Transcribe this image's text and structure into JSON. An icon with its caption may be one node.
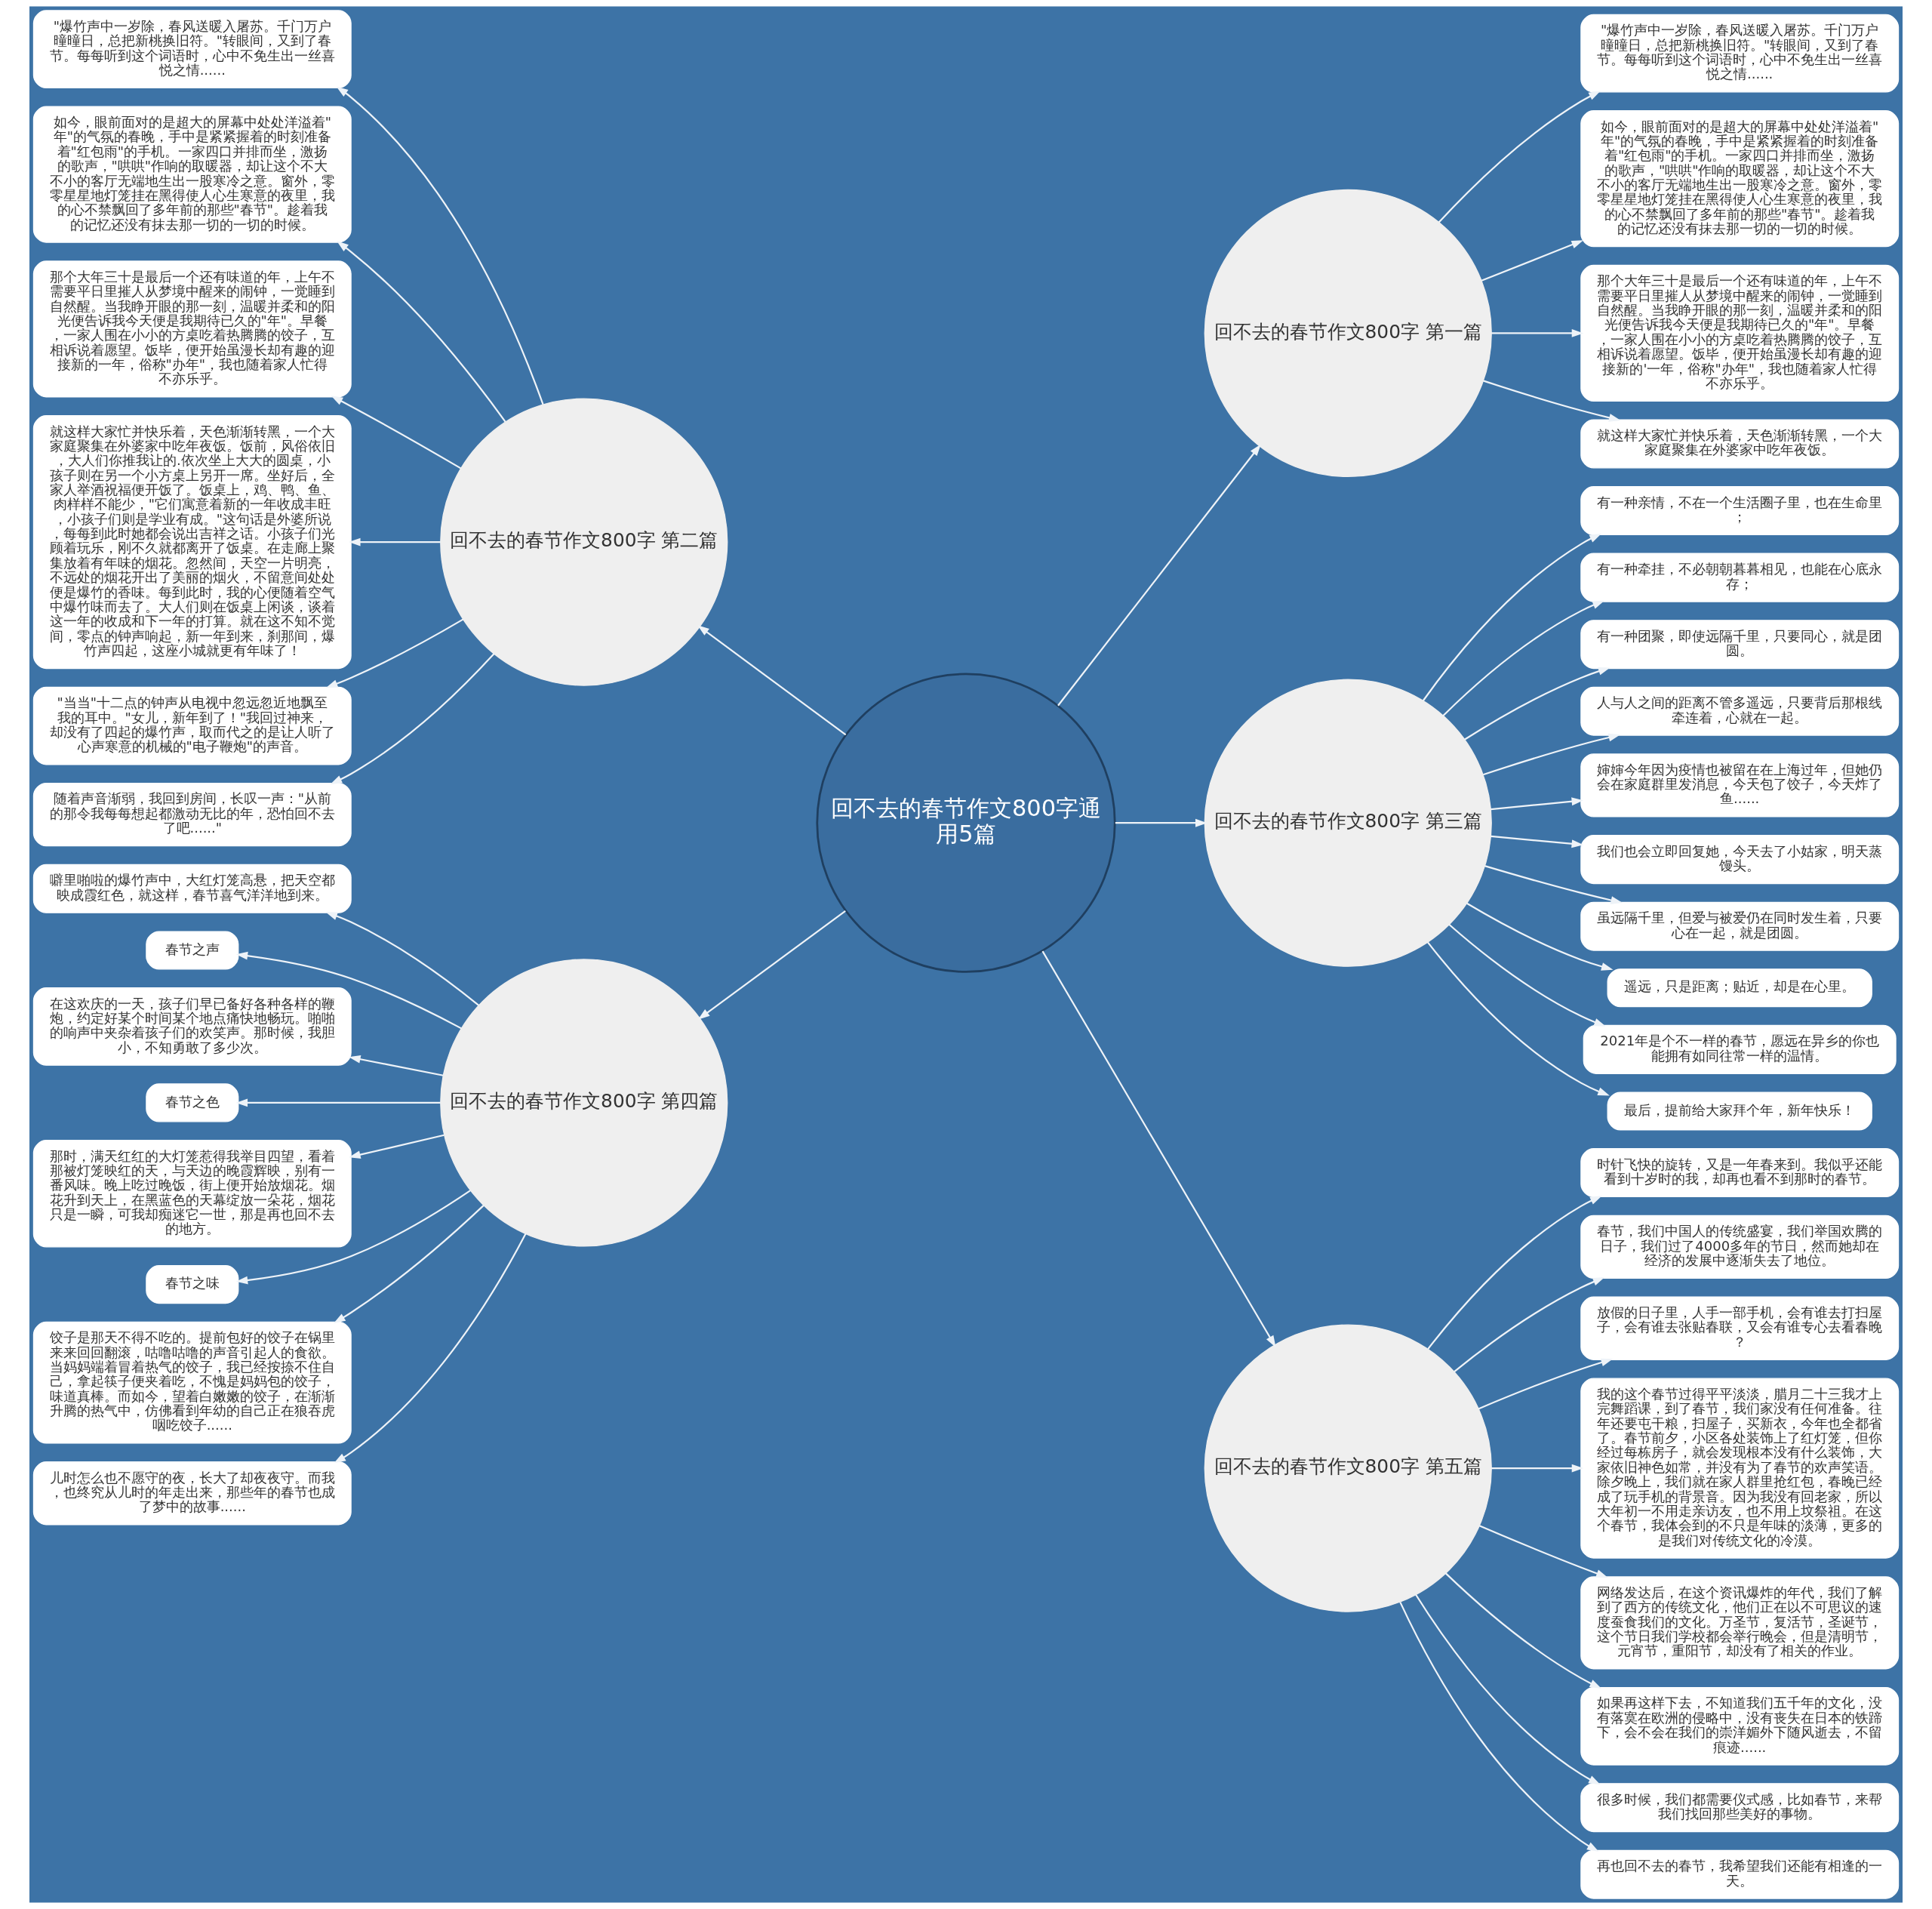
{
  "diagram": {
    "nodes": [
      {
        "text": [
          "回不去的春节作文800字通用5篇"
        ]
      },
      {
        "text": [
          "回不去的春节作文800字 第一篇"
        ]
      },
      {
        "text": [
          "\"爆竹声中一岁除，春风送暖入屠苏。千门万户曈曈日，总把新桃换旧符。\"转眼间，又到了春节。每每听到这个词语时，心中不免生出一丝喜悦之情......"
        ]
      },
      {
        "text": [
          "如今，眼前面对的是超大的屏幕中处处洋溢着\"年\"的气氛的春晚，手中是紧紧握着的时刻准备着\"红包雨\"的手机。一家四口并排而坐，激扬的歌声，\"哄哄\"作响的取暖器，却让这个不大不小的客厅无端地生出一股寒冷之意。窗外，零零星星地灯笼挂在黑得使人心生寒意的夜里，我的心不禁飘回了多年前的那些\"春节\"。趁着我的记忆还没有抹去那一切的一切的时候。"
        ]
      },
      {
        "text": [
          "那个大年三十是最后一个还有味道的年，上午不需要平日里摧人从梦境中醒来的闹钟，一觉睡到自然醒。当我睁开眼的那一刻，温暖并柔和的阳光便告诉我今天便是我期待已久的\"年\"。早餐，一家人围在小小的方桌吃着热腾腾的饺子，互相诉说着愿望。饭毕，便开始虽漫长却有趣的迎接新的'一年，俗称\"办年\"，我也随着家人忙得不亦乐乎。"
        ]
      },
      {
        "text": [
          "就这样大家忙并快乐着，天色渐渐转黑，一个大家庭聚集在外婆家中吃年夜饭。"
        ]
      },
      {
        "text": [
          "回不去的春节作文800字 第二篇"
        ]
      },
      {
        "text": [
          "\"爆竹声中一岁除，春风送暖入屠苏。千门万户曈曈日，总把新桃换旧符。\"转眼间，又到了春节。每每听到这个词语时，心中不免生出一丝喜悦之情......"
        ]
      },
      {
        "text": [
          "如今，眼前面对的是超大的屏幕中处处洋溢着\"年\"的气氛的春晚，手中是紧紧握着的时刻准备着\"红包雨\"的手机。一家四口并排而坐，激扬的歌声，\"哄哄\"作响的取暖器，却让这个不大不小的客厅无端地生出一股寒冷之意。窗外，零零星星地灯笼挂在黑得使人心生寒意的夜里，我的心不禁飘回了多年前的那些\"春节\"。趁着我的记忆还没有抹去那一切的一切的时候。"
        ]
      },
      {
        "text": [
          "那个大年三十是最后一个还有味道的年，上午不需要平日里摧人从梦境中醒来的闹钟，一觉睡到自然醒。当我睁开眼的那一刻，温暖并柔和的阳光便告诉我今天便是我期待已久的\"年\"。早餐，一家人围在小小的方桌吃着热腾腾的饺子，互相诉说着愿望。饭毕，便开始虽漫长却有趣的迎接新的一年，俗称\"办年\"，我也随着家人忙得不亦乐乎。"
        ]
      },
      {
        "text": [
          "就这样大家忙并快乐着，天色渐渐转黑，一个大家庭聚集在外婆家中吃年夜饭。饭前，风俗依旧，大人们你推我让的.依次坐上大大的圆桌，小孩子则在另一个小方桌上另开一席。坐好后，全家人举酒祝福便开饭了。饭桌上，鸡、鸭、鱼、肉样样不能少，\"它们寓意着新的一年收成丰旺，小孩子们则是学业有成。\"这句话是外婆所说，每每到此时她都会说出吉祥之话。小孩子们光顾着玩乐，刚不久就都离开了饭桌。在走廊上聚集放着有年味的烟花。忽然间，天空一片明亮，不远处的烟花开出了美丽的烟火，不留意间处处便是爆竹的香味。每到此时，我的心便随着空气中爆竹味而去了。大人们则在饭桌上闲谈，谈着这一年的收成和下一年的打算。就在这不知不觉间，零点的钟声响起，新一年到来，刹那间，爆竹声四起，这座小城就更有年味了！"
        ]
      },
      {
        "text": [
          "\"当当\"十二点的钟声从电视中忽远忽近地飘至我的耳中。\"女儿，新年到了！\"我回过神来，却没有了四起的爆竹声，取而代之的是让人听了心声寒意的机械的\"电子鞭炮\"的声音。"
        ]
      },
      {
        "text": [
          "随着声音渐弱，我回到房间，长叹一声：\"从前的那令我每每想起都激动无比的年，恐怕回不去了吧......\""
        ]
      },
      {
        "text": [
          "回不去的春节作文800字 第三篇"
        ]
      },
      {
        "text": [
          "有一种亲情，不在一个生活圈子里，也在生命里；"
        ]
      },
      {
        "text": [
          "有一种牵挂，不必朝朝暮暮相见，也能在心底永存；"
        ]
      },
      {
        "text": [
          "有一种团聚，即使远隔千里，只要同心，就是团圆。"
        ]
      },
      {
        "text": [
          "人与人之间的距离不管多遥远，只要背后那根线牵连着，心就在一起。"
        ]
      },
      {
        "text": [
          "婶婶今年因为疫情也被留在在上海过年，但她仍会在家庭群里发消息，今天包了饺子，今天炸了鱼......"
        ]
      },
      {
        "text": [
          "我们也会立即回复她，今天去了小姑家，明天蒸馒头。"
        ]
      },
      {
        "text": [
          "虽远隔千里，但爱与被爱仍在同时发生着，只要心在一起，就是团圆。"
        ]
      },
      {
        "text": [
          "遥远，只是距离；贴近，却是在心里。"
        ]
      },
      {
        "text": [
          "2021年是个不一样的春节，愿远在异乡的你也能拥有如同往常一样的温情。"
        ]
      },
      {
        "text": [
          "最后，提前给大家拜个年，新年快乐！"
        ]
      },
      {
        "text": [
          "回不去的春节作文800字 第四篇"
        ]
      },
      {
        "text": [
          "噼里啪啦的爆竹声中，大红灯笼高悬，把天空都映成霞红色，就这样，春节喜气洋洋地到来。"
        ]
      },
      {
        "text": [
          "春节之声"
        ]
      },
      {
        "text": [
          "在这欢庆的一天，孩子们早已备好各种各样的鞭炮，约定好某个时间某个地点痛快地畅玩。啪啪的响声中夹杂着孩子们的欢笑声。那时候，我胆小，不知勇敢了多少次。"
        ]
      },
      {
        "text": [
          "春节之色"
        ]
      },
      {
        "text": [
          "那时，满天红红的大灯笼惹得我举目四望，看着那被灯笼映红的天，与天边的晚霞辉映，别有一番风味。晚上吃过晚饭，街上便开始放烟花。烟花升到天上，在黑蓝色的天幕绽放一朵花，烟花只是一瞬，可我却痴迷它一世，那是再也回不去的地方。"
        ]
      },
      {
        "text": [
          "春节之味"
        ]
      },
      {
        "text": [
          "饺子是那天不得不吃的。提前包好的饺子在锅里来来回回翻滚，咕噜咕噜的声音引起人的食欲。当妈妈端着冒着热气的饺子，我已经按捺不住自己，拿起筷子便夹着吃，不愧是妈妈包的饺子，味道真棒。而如今，望着白嫩嫩的饺子，在渐渐升腾的热气中，仿佛看到年幼的自己正在狼吞虎咽吃饺子......"
        ]
      },
      {
        "text": [
          "儿时怎么也不愿守的夜，长大了却夜夜守。而我，也终究从儿时的年走出来，那些年的春节也成了梦中的故事......"
        ]
      },
      {
        "text": [
          "回不去的春节作文800字 第五篇"
        ]
      },
      {
        "text": [
          "时针飞快的旋转，又是一年春来到。我似乎还能看到十岁时的我，却再也看不到那时的春节。"
        ]
      },
      {
        "text": [
          "春节，我们中国人的传统盛宴，我们举国欢腾的日子，我们过了4000多年的节日，然而她却在经济的发展中逐渐失去了地位。"
        ]
      },
      {
        "text": [
          "放假的日子里，人手一部手机，会有谁去打扫屋子，会有谁去张贴春联，又会有谁专心去看春晚？"
        ]
      },
      {
        "text": [
          "我的这个春节过得平平淡淡，腊月二十三我才上完舞蹈课，到了春节，我们家没有任何准备。往年还要屯干粮，扫屋子，买新衣，今年也全都省了。春节前夕，小区各处装饰上了红灯笼，但你经过每栋房子，就会发现根本没有什么装饰，大家依旧神色如常，并没有为了春节的欢声笑语。除夕晚上，我们就在家人群里抢红包，春晚已经成了玩手机的背景音。因为我没有回老家，所以大年初一不用走亲访友，也不用上坟祭祖。在这个春节，我体会到的不只是年味的淡薄，更多的是我们对传统文化的冷漠。"
        ]
      },
      {
        "text": [
          "网络发达后，在这个资讯爆炸的年代，我们了解到了西方的传统文化，他们正在以不可思议的速度蚕食我们的文化。万圣节，复活节，圣诞节，这个节日我们学校都会举行晚会，但是清明节，元宵节，重阳节，却没有了相关的作业。"
        ]
      },
      {
        "text": [
          "如果再这样下去，不知道我们五千年的文化，没有落寞在欧洲的侵略中，没有丧失在日本的铁蹄下，会不会在我们的崇洋媚外下随风逝去，不留痕迹......"
        ]
      },
      {
        "text": [
          "很多时候，我们都需要仪式感，比如春节，来帮我们找回那些美好的事物。"
        ]
      },
      {
        "text": [
          "再也回不去的春节，我希望我们还能有相逢的一天。"
        ]
      }
    ],
    "edges": [
      {
        "from": 0,
        "to": 1,
        "arrow": "to"
      },
      {
        "from": 1,
        "to": 2,
        "arrow": "to"
      },
      {
        "from": 1,
        "to": 3,
        "arrow": "to"
      },
      {
        "from": 1,
        "to": 4,
        "arrow": "to"
      },
      {
        "from": 1,
        "to": 5,
        "arrow": "to"
      },
      {
        "from": 0,
        "to": 6,
        "arrow": "to"
      },
      {
        "from": 6,
        "to": 7,
        "arrow": "to"
      },
      {
        "from": 6,
        "to": 8,
        "arrow": "to"
      },
      {
        "from": 6,
        "to": 9,
        "arrow": "to"
      },
      {
        "from": 6,
        "to": 10,
        "arrow": "to"
      },
      {
        "from": 6,
        "to": 11,
        "arrow": "to"
      },
      {
        "from": 6,
        "to": 12,
        "arrow": "to"
      },
      {
        "from": 0,
        "to": 13,
        "arrow": "to"
      },
      {
        "from": 13,
        "to": 14,
        "arrow": "to"
      },
      {
        "from": 13,
        "to": 15,
        "arrow": "to"
      },
      {
        "from": 13,
        "to": 16,
        "arrow": "to"
      },
      {
        "from": 13,
        "to": 17,
        "arrow": "to"
      },
      {
        "from": 13,
        "to": 18,
        "arrow": "to"
      },
      {
        "from": 13,
        "to": 19,
        "arrow": "to"
      },
      {
        "from": 13,
        "to": 20,
        "arrow": "to"
      },
      {
        "from": 13,
        "to": 21,
        "arrow": "to"
      },
      {
        "from": 13,
        "to": 22,
        "arrow": "to"
      },
      {
        "from": 13,
        "to": 23,
        "arrow": "to"
      },
      {
        "from": 0,
        "to": 24,
        "arrow": "to"
      },
      {
        "from": 24,
        "to": 25,
        "arrow": "to"
      },
      {
        "from": 24,
        "to": 26,
        "arrow": "to"
      },
      {
        "from": 24,
        "to": 27,
        "arrow": "to"
      },
      {
        "from": 24,
        "to": 28,
        "arrow": "to"
      },
      {
        "from": 24,
        "to": 29,
        "arrow": "to"
      },
      {
        "from": 24,
        "to": 30,
        "arrow": "to"
      },
      {
        "from": 24,
        "to": 31,
        "arrow": "to"
      },
      {
        "from": 24,
        "to": 32,
        "arrow": "to"
      },
      {
        "from": 0,
        "to": 33,
        "arrow": "to"
      },
      {
        "from": 33,
        "to": 34,
        "arrow": "to"
      },
      {
        "from": 33,
        "to": 35,
        "arrow": "to"
      },
      {
        "from": 33,
        "to": 36,
        "arrow": "to"
      },
      {
        "from": 33,
        "to": 37,
        "arrow": "to"
      },
      {
        "from": 33,
        "to": 38,
        "arrow": "to"
      },
      {
        "from": 33,
        "to": 39,
        "arrow": "to"
      },
      {
        "from": 33,
        "to": 40,
        "arrow": "to"
      },
      {
        "from": 33,
        "to": 41,
        "arrow": "to"
      }
    ]
  }
}
